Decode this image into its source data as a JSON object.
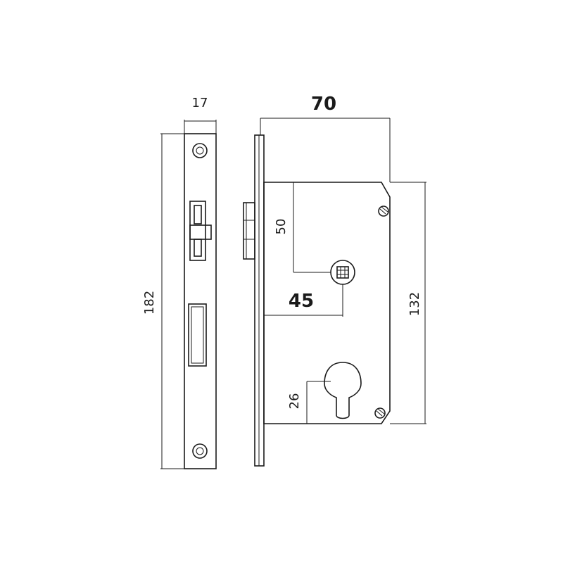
{
  "dimensions": {
    "faceplate_width": "17",
    "faceplate_height": "182",
    "case_depth": "70",
    "backset": "45",
    "spindle_offset": "50",
    "case_height": "132",
    "cylinder_offset": "26"
  }
}
